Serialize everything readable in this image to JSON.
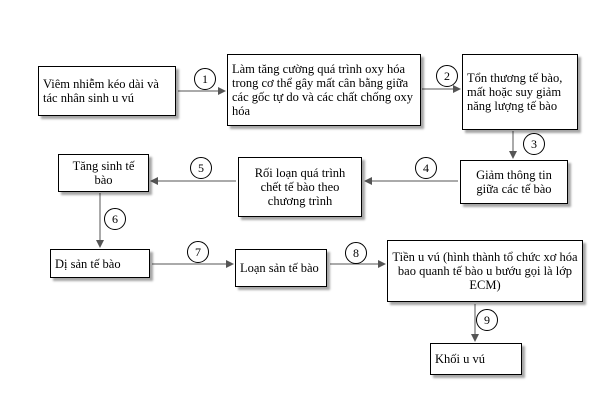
{
  "diagram": {
    "nodes": {
      "n1": "Viêm nhiễm kéo dài và tác nhân sinh u vú",
      "n2": "Làm tăng cường quá trình oxy hóa trong cơ thể gây mất cân bằng giữa các gốc tự do và các chất chống oxy hóa",
      "n3": "Tổn thương tế bào, mất hoặc suy giảm năng lượng tế bào",
      "n4": "Giảm thông tin giữa các tế bào",
      "n5": "Rối loạn quá trình chết tế bào theo chương trình",
      "n6": "Tăng sinh tế bào",
      "n7": "Dị sản tế bào",
      "n8": "Loạn sản tế bào",
      "n9": "Tiền u vú (hình thành tổ chức xơ hóa bao quanh tế bào u bướu gọi là lớp ECM)",
      "n10": "Khối u vú"
    },
    "steps": [
      "1",
      "2",
      "3",
      "4",
      "5",
      "6",
      "7",
      "8",
      "9"
    ],
    "edges": [
      {
        "from": "n1",
        "to": "n2",
        "step": "1"
      },
      {
        "from": "n2",
        "to": "n3",
        "step": "2"
      },
      {
        "from": "n3",
        "to": "n4",
        "step": "3"
      },
      {
        "from": "n4",
        "to": "n5",
        "step": "4"
      },
      {
        "from": "n5",
        "to": "n6",
        "step": "5"
      },
      {
        "from": "n6",
        "to": "n7",
        "step": "6"
      },
      {
        "from": "n7",
        "to": "n8",
        "step": "7"
      },
      {
        "from": "n8",
        "to": "n9",
        "step": "8"
      },
      {
        "from": "n9",
        "to": "n10",
        "step": "9"
      }
    ]
  }
}
